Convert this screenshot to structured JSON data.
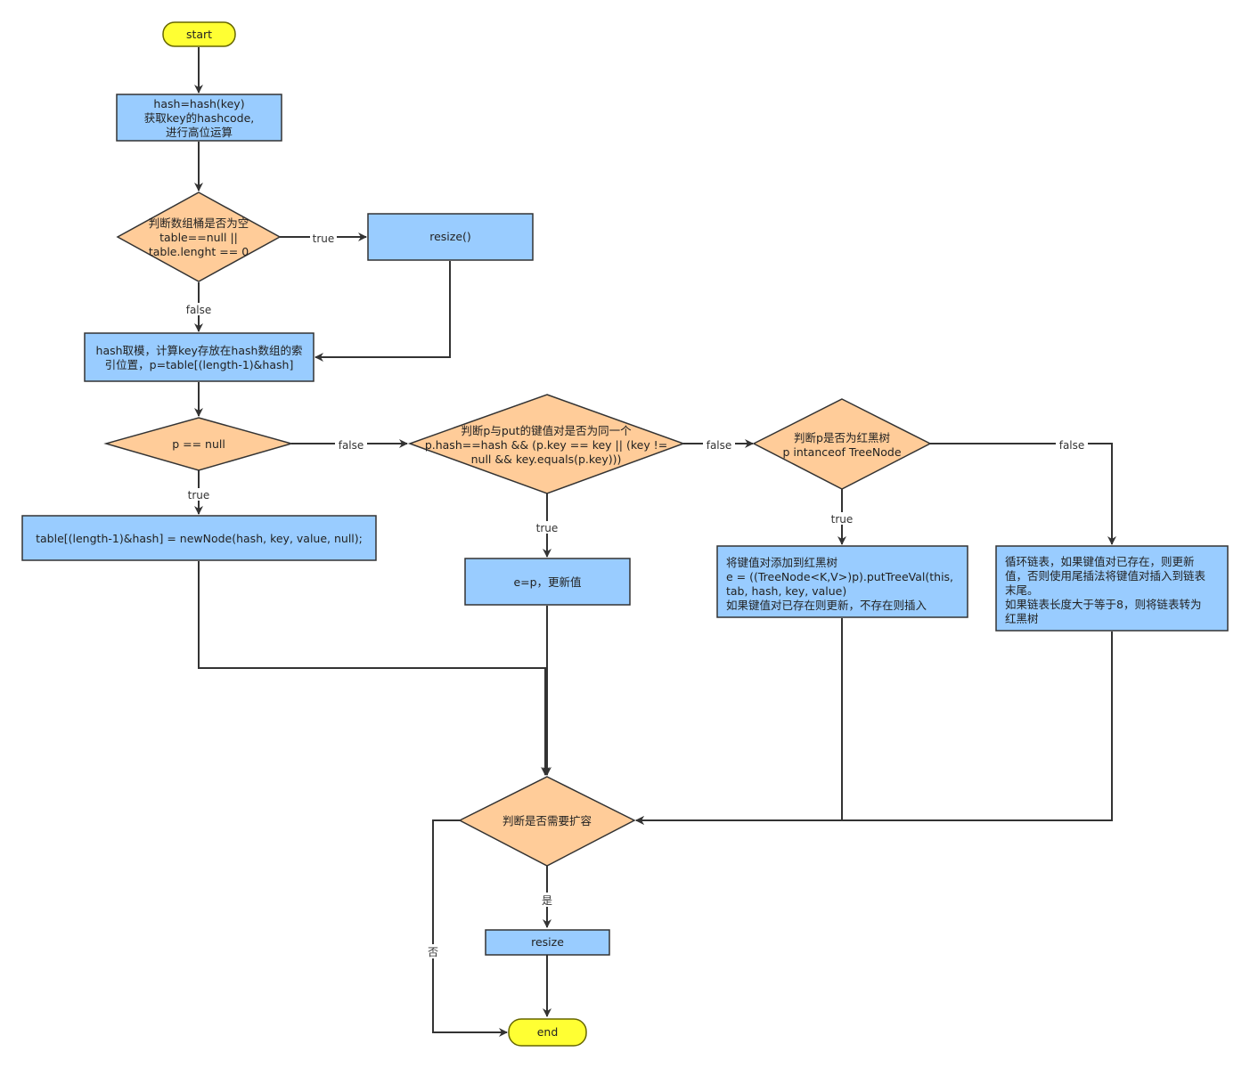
{
  "colors": {
    "terminal_fill": "#ffff33",
    "terminal_stroke": "#666600",
    "process_fill": "#99ccff",
    "process_stroke": "#333333",
    "decision_fill": "#ffcc99",
    "decision_stroke": "#333333",
    "edge": "#333333"
  },
  "nodes": {
    "start": {
      "text": [
        "start"
      ]
    },
    "hash_calc": {
      "text": [
        "hash=hash(key)",
        "获取key的hashcode,",
        "进行高位运算"
      ]
    },
    "check_table": {
      "text": [
        "判断数组桶是否为空",
        "table==null ||",
        "table.lenght == 0"
      ]
    },
    "resize_init": {
      "text": [
        "resize()"
      ]
    },
    "index_calc": {
      "text": [
        "hash取模，计算key存放在hash数组的索",
        "引位置，p=table[(length-1)&hash]"
      ]
    },
    "p_null": {
      "text": [
        "p == null"
      ]
    },
    "new_node": {
      "text": [
        "table[(length-1)&hash] = newNode(hash, key, value, null);"
      ]
    },
    "same_key": {
      "text": [
        "判断p与put的键值对是否为同一个",
        "p.hash==hash && (p.key == key || (key !=",
        "null && key.equals(p.key)))"
      ]
    },
    "update_value": {
      "text": [
        "e=p，更新值"
      ]
    },
    "is_tree": {
      "text": [
        "判断p是否为红黑树",
        "p intanceof TreeNode"
      ]
    },
    "tree_put": {
      "text": [
        "将键值对添加到红黑树",
        "e = ((TreeNode<K,V>)p).putTreeVal(this,",
        "tab, hash, key, value)",
        "如果键值对已存在则更新，不存在则插入"
      ]
    },
    "list_put": {
      "text": [
        "循环链表，如果键值对已存在，则更新",
        "值，否则使用尾插法将键值对插入到链表",
        "末尾。",
        "如果链表长度大于等于8，则将链表转为",
        "红黑树"
      ]
    },
    "need_resize": {
      "text": [
        "判断是否需要扩容"
      ]
    },
    "resize_end": {
      "text": [
        "resize"
      ]
    },
    "end": {
      "text": [
        "end"
      ]
    }
  },
  "edge_labels": {
    "table_true": "true",
    "table_false": "false",
    "pnull_false": "false",
    "pnull_true": "true",
    "same_true": "true",
    "same_false": "false",
    "tree_true": "true",
    "tree_false": "false",
    "resize_yes": "是",
    "resize_no": "否"
  }
}
